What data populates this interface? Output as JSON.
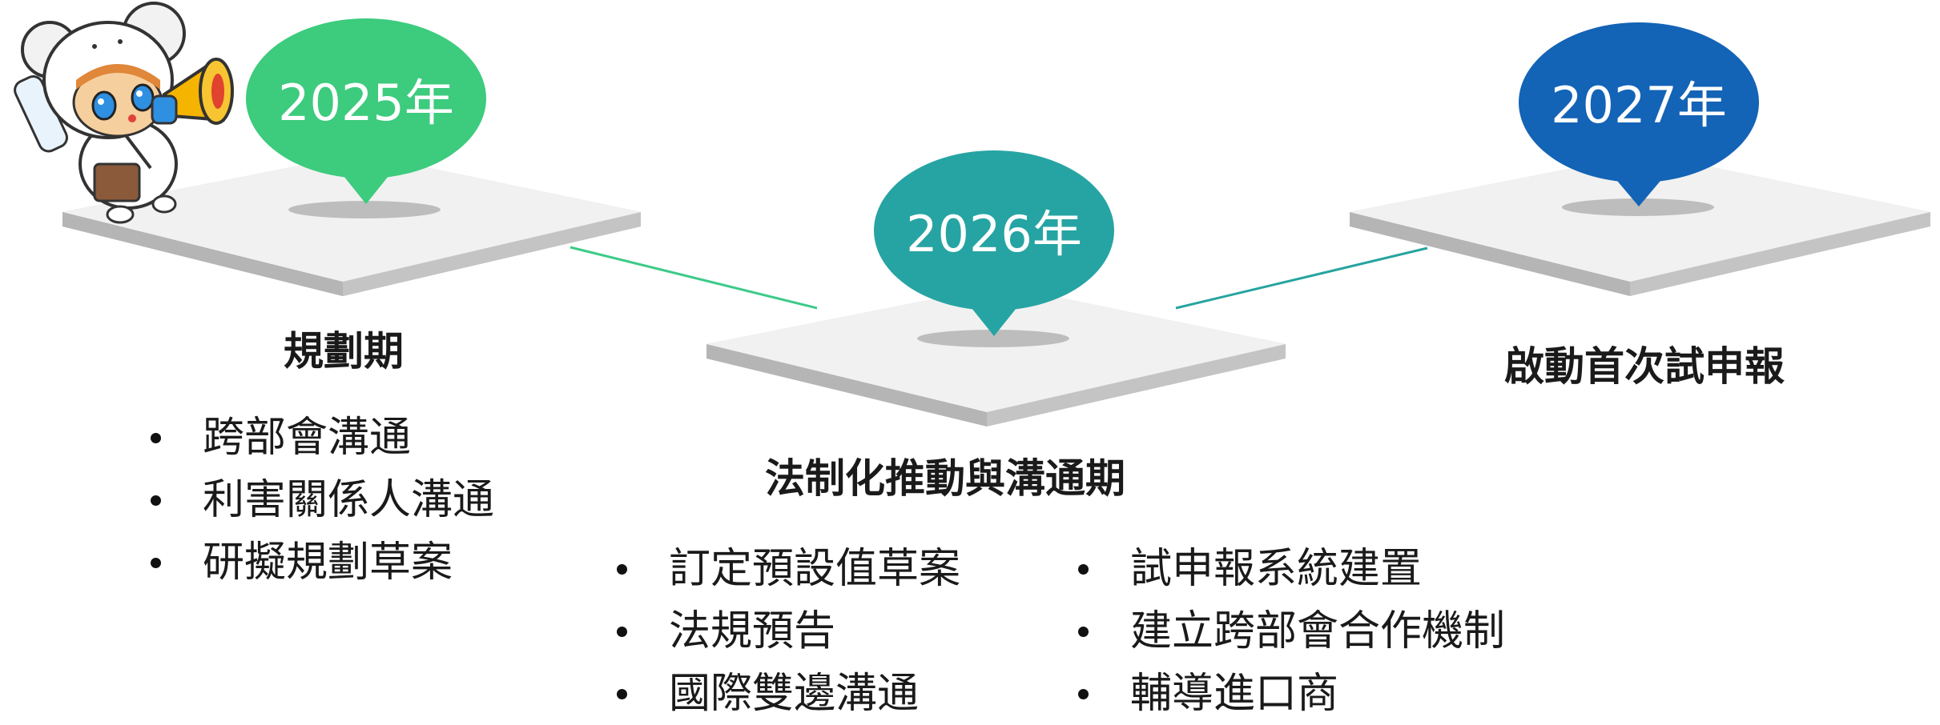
{
  "colors": {
    "green": "#3DCB7E",
    "teal": "#26A4A3",
    "blue": "#1363B6",
    "connector_1": "#3CCB87",
    "connector_2": "#26A49F"
  },
  "mascot": {
    "icon": "mascot-with-megaphone-icon"
  },
  "milestones": [
    {
      "year": "2025年",
      "title": "規劃期",
      "items": [
        "跨部會溝通",
        "利害關係人溝通",
        "研擬規劃草案"
      ]
    },
    {
      "year": "2026年",
      "title": "法制化推動與溝通期",
      "items_left": [
        "訂定預設值草案",
        "法規預告",
        "國際雙邊溝通"
      ],
      "items_right": [
        "試申報系統建置",
        "建立跨部會合作機制",
        "輔導進口商"
      ]
    },
    {
      "year": "2027年",
      "title": "啟動首次試申報"
    }
  ]
}
